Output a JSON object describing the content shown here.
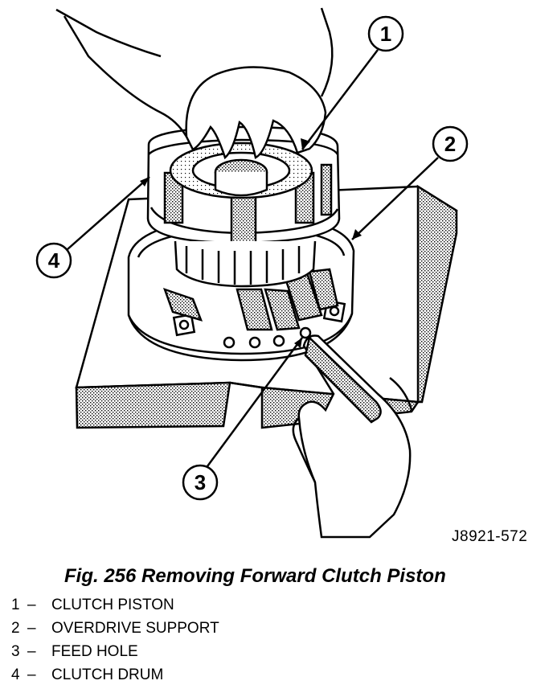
{
  "figure_id": "J8921-572",
  "caption": "Fig. 256 Removing Forward Clutch Piston",
  "callouts": [
    "1",
    "2",
    "3",
    "4"
  ],
  "legend": [
    {
      "num": "1",
      "sep": "–",
      "label": "CLUTCH PISTON"
    },
    {
      "num": "2",
      "sep": "–",
      "label": "OVERDRIVE SUPPORT"
    },
    {
      "num": "3",
      "sep": "–",
      "label": "FEED HOLE"
    },
    {
      "num": "4",
      "sep": "–",
      "label": "CLUTCH DRUM"
    }
  ]
}
